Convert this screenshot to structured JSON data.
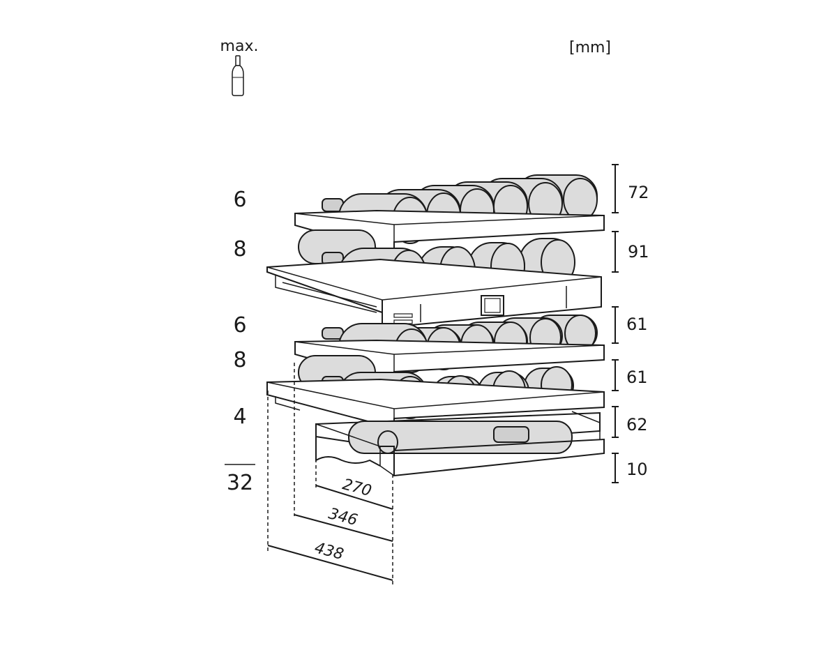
{
  "header": {
    "max_label": "max.",
    "unit_label": "[mm]"
  },
  "icons": {
    "bottle": "wine-bottle-icon"
  },
  "shelves": [
    {
      "bottles": "6",
      "height_mm": "72"
    },
    {
      "bottles": "8",
      "height_mm": "91"
    },
    {
      "bottles": "6",
      "height_mm": "61"
    },
    {
      "bottles": "8",
      "height_mm": "61"
    },
    {
      "bottles": "4",
      "height_mm": "62"
    }
  ],
  "base_height_mm": "10",
  "total_bottles": "32",
  "depths_mm": [
    "270",
    "346",
    "438"
  ],
  "colors": {
    "line": "#1a1a1a",
    "bottle_fill": "#dcdcdc"
  }
}
